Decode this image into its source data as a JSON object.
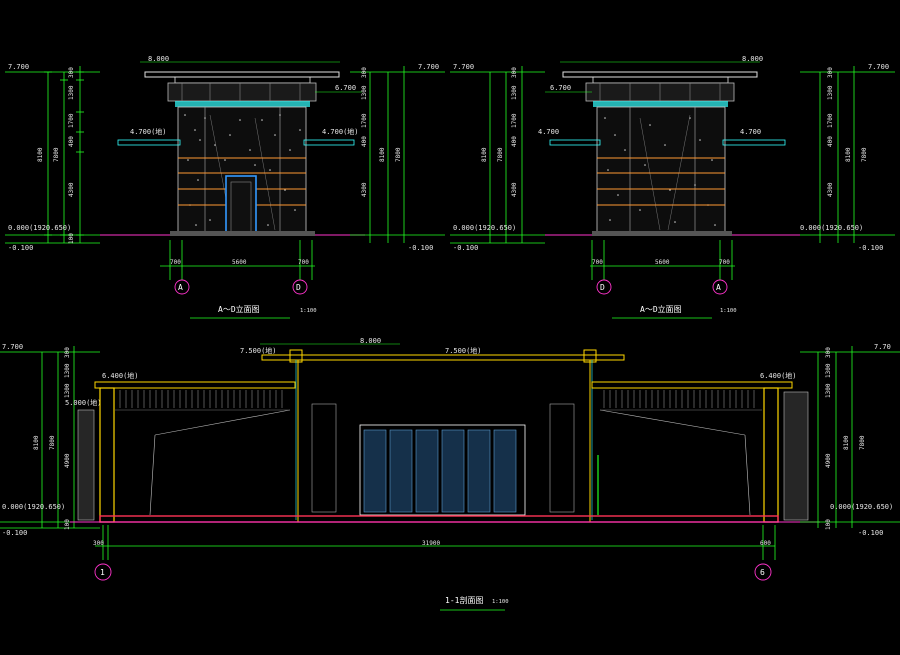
{
  "colors": {
    "background": "#000000",
    "dim_line": "#22ff22",
    "grid_magenta": "#ff33cc",
    "floor_red": "#ff3355",
    "wall_yellow": "#ffd700",
    "cyan": "#33ffff",
    "orange_band": "#ff9933",
    "white": "#ffffff",
    "grey": "#9a9a9a",
    "blue_frame": "#3399ff"
  },
  "elev_left": {
    "title": "A～D立面图",
    "scale": "1:100",
    "levels": {
      "top": "8.000",
      "right_top": "7.700",
      "left_top": "7.700",
      "eave_right": "6.700",
      "left_canopy": "4.700(地)",
      "right_canopy": "4.700(地)",
      "ground": "0.000(1920.650)",
      "below": "-0.100",
      "below_right": "-0.100"
    },
    "dims_left": [
      "300",
      "1300",
      "1700",
      "400",
      "4300",
      "100"
    ],
    "dims_total_left": "8100",
    "dims_total_left2": "7800",
    "dims_right": [
      "300",
      "1300",
      "1700",
      "400",
      "4300"
    ],
    "dims_total_right": "8100",
    "dims_total_right2": "7800",
    "bottom_dims": [
      "700",
      "5600",
      "700"
    ],
    "axes": [
      "A",
      "D"
    ]
  },
  "elev_right": {
    "title": "A～D立面图",
    "scale": "1:100",
    "levels": {
      "top": "8.000",
      "left_top": "7.700",
      "right_top": "7.700",
      "eave_left": "6.700",
      "left_canopy": "4.700",
      "right_canopy": "4.700",
      "ground_left": "0.000(1920.650)",
      "ground_right": "0.000(1920.650)",
      "below_left": "-0.100",
      "below_right": "-0.100"
    },
    "dims_left": [
      "300",
      "1300",
      "1700",
      "400",
      "4300"
    ],
    "dims_total_left": "8100",
    "dims_total_left2": "7800",
    "dims_right": [
      "300",
      "1300",
      "1700",
      "400",
      "4300"
    ],
    "dims_total_right": "8100",
    "dims_total_right2": "7800",
    "bottom_dims": [
      "700",
      "5600",
      "700"
    ],
    "axes": [
      "D",
      "A"
    ]
  },
  "section": {
    "title": "1-1剖面图",
    "scale": "1:100",
    "levels": {
      "top": "8.000",
      "left_top": "7.700",
      "right_top": "7.70",
      "roof_left": "7.500(地)",
      "roof_right": "7.500(地)",
      "side_left": "6.400(地)",
      "side_right": "6.400(地)",
      "mid_left": "5.000(地)",
      "ground_left": "0.000(1920.650)",
      "ground_right": "0.000(1920.650)",
      "below_left": "-0.100",
      "below_right": "-0.100"
    },
    "dims_left": [
      "300",
      "1300",
      "1300",
      "4900",
      "100"
    ],
    "dims_total_left": "8100",
    "dims_total_left2": "7800",
    "dims_right": [
      "300",
      "1300",
      "1300",
      "4900",
      "100"
    ],
    "dims_total_right": "8100",
    "dims_total_right2": "7800",
    "bottom_dims": [
      "300",
      "31900",
      "600"
    ],
    "axes": [
      "1",
      "6"
    ]
  }
}
